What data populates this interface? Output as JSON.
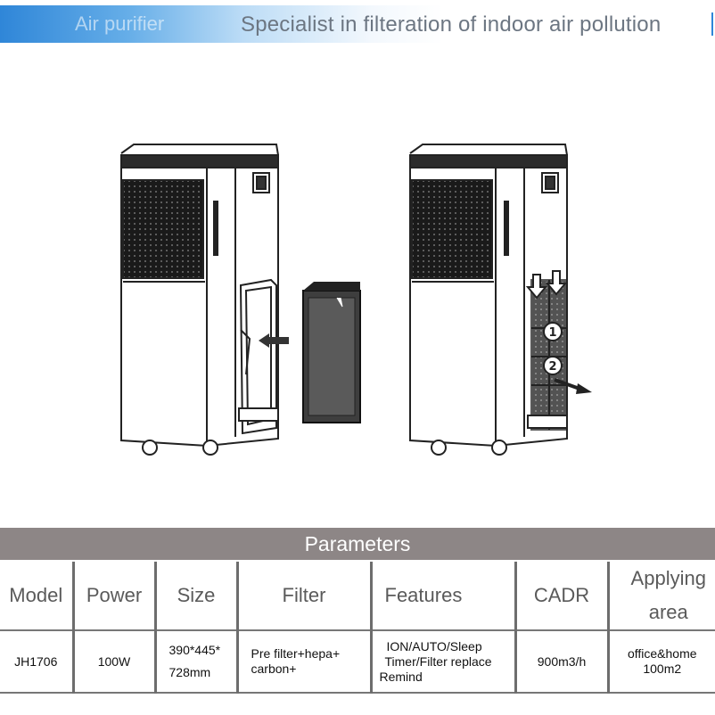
{
  "banner": {
    "left_text": "Air purifier",
    "right_text": "Specialist in filteration of indoor  air pollution"
  },
  "figure": {
    "step_1": "1",
    "step_2": "2"
  },
  "params": {
    "title": "Parameters",
    "headers": [
      "Model",
      "Power",
      "Size",
      "Filter",
      "Features",
      "CADR",
      "Applying area"
    ],
    "row": {
      "model": "JH1706",
      "power": "100W",
      "size_line1": "390*445*",
      "size_line2": "728mm",
      "filter_line1": "Pre filter+hepa+",
      "filter_line2": "carbon+",
      "features_line1": "ION/AUTO/Sleep",
      "features_line2": "Timer/Filter replace",
      "features_line3": "Remind",
      "cadr": "900m3/h",
      "area_line1": "office&home",
      "area_line2": "100m2"
    }
  }
}
